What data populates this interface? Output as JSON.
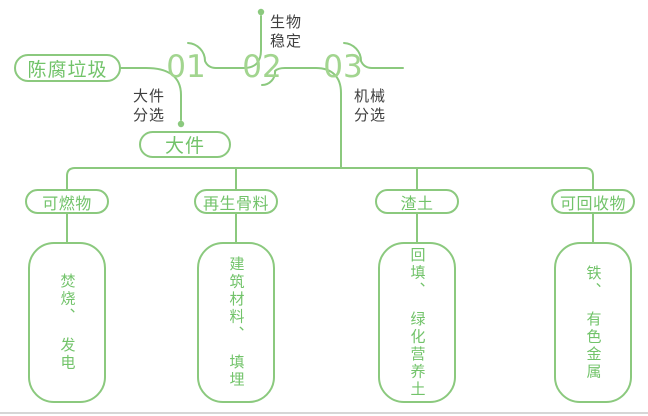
{
  "theme": {
    "line_green": "#8bc97e",
    "text_green": "#72c36a",
    "number_green": "#a2d58f",
    "label_dark": "#3f3f3f",
    "divider_gray": "#d6d6d6",
    "background": "#ffffff"
  },
  "flow": {
    "source_label": "陈腐垃圾",
    "steps": [
      {
        "number": "01",
        "process_line1": "大件",
        "process_line2": "分选",
        "output_label": "大件"
      },
      {
        "number": "02",
        "process_line1": "生物",
        "process_line2": "稳定"
      },
      {
        "number": "03",
        "process_line1": "机械",
        "process_line2": "分选"
      }
    ]
  },
  "outputs": [
    {
      "category": "可燃物",
      "use_part1": "焚烧、",
      "use_part2": "发电"
    },
    {
      "category": "再生骨料",
      "use_part1": "建筑材料、",
      "use_part2": "填埋"
    },
    {
      "category": "渣土",
      "use_part1": "回填、",
      "use_part2": "绿化营养土"
    },
    {
      "category": "可回收物",
      "use_part1": "铁、",
      "use_part2": "有色金属"
    }
  ]
}
